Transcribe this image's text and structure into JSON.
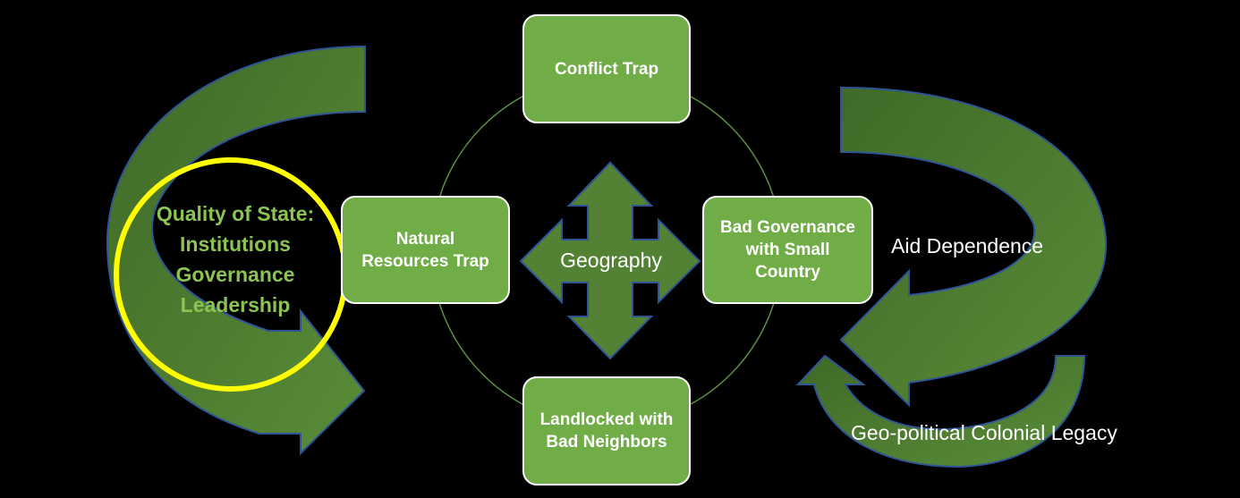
{
  "colors": {
    "box_fill": "#70ad47",
    "box_border": "#ffffff",
    "arrow_fill": "#548235",
    "arrow_border": "#2f5597",
    "highlight_circle": "#ffff00",
    "quality_text": "#8bc452",
    "background": "#000000"
  },
  "traps": {
    "conflict": "Conflict Trap",
    "natural_resources": "Natural\nResources Trap",
    "bad_governance": "Bad Governance\nwith Small\nCountry",
    "landlocked": "Landlocked with\nBad Neighbors"
  },
  "center": {
    "geography": "Geography"
  },
  "quality_of_state": "Quality of State:\nInstitutions\nGovernance\nLeadership",
  "aid_dependence": "Aid Dependence",
  "colonial_legacy": "Geo-political Colonial Legacy"
}
